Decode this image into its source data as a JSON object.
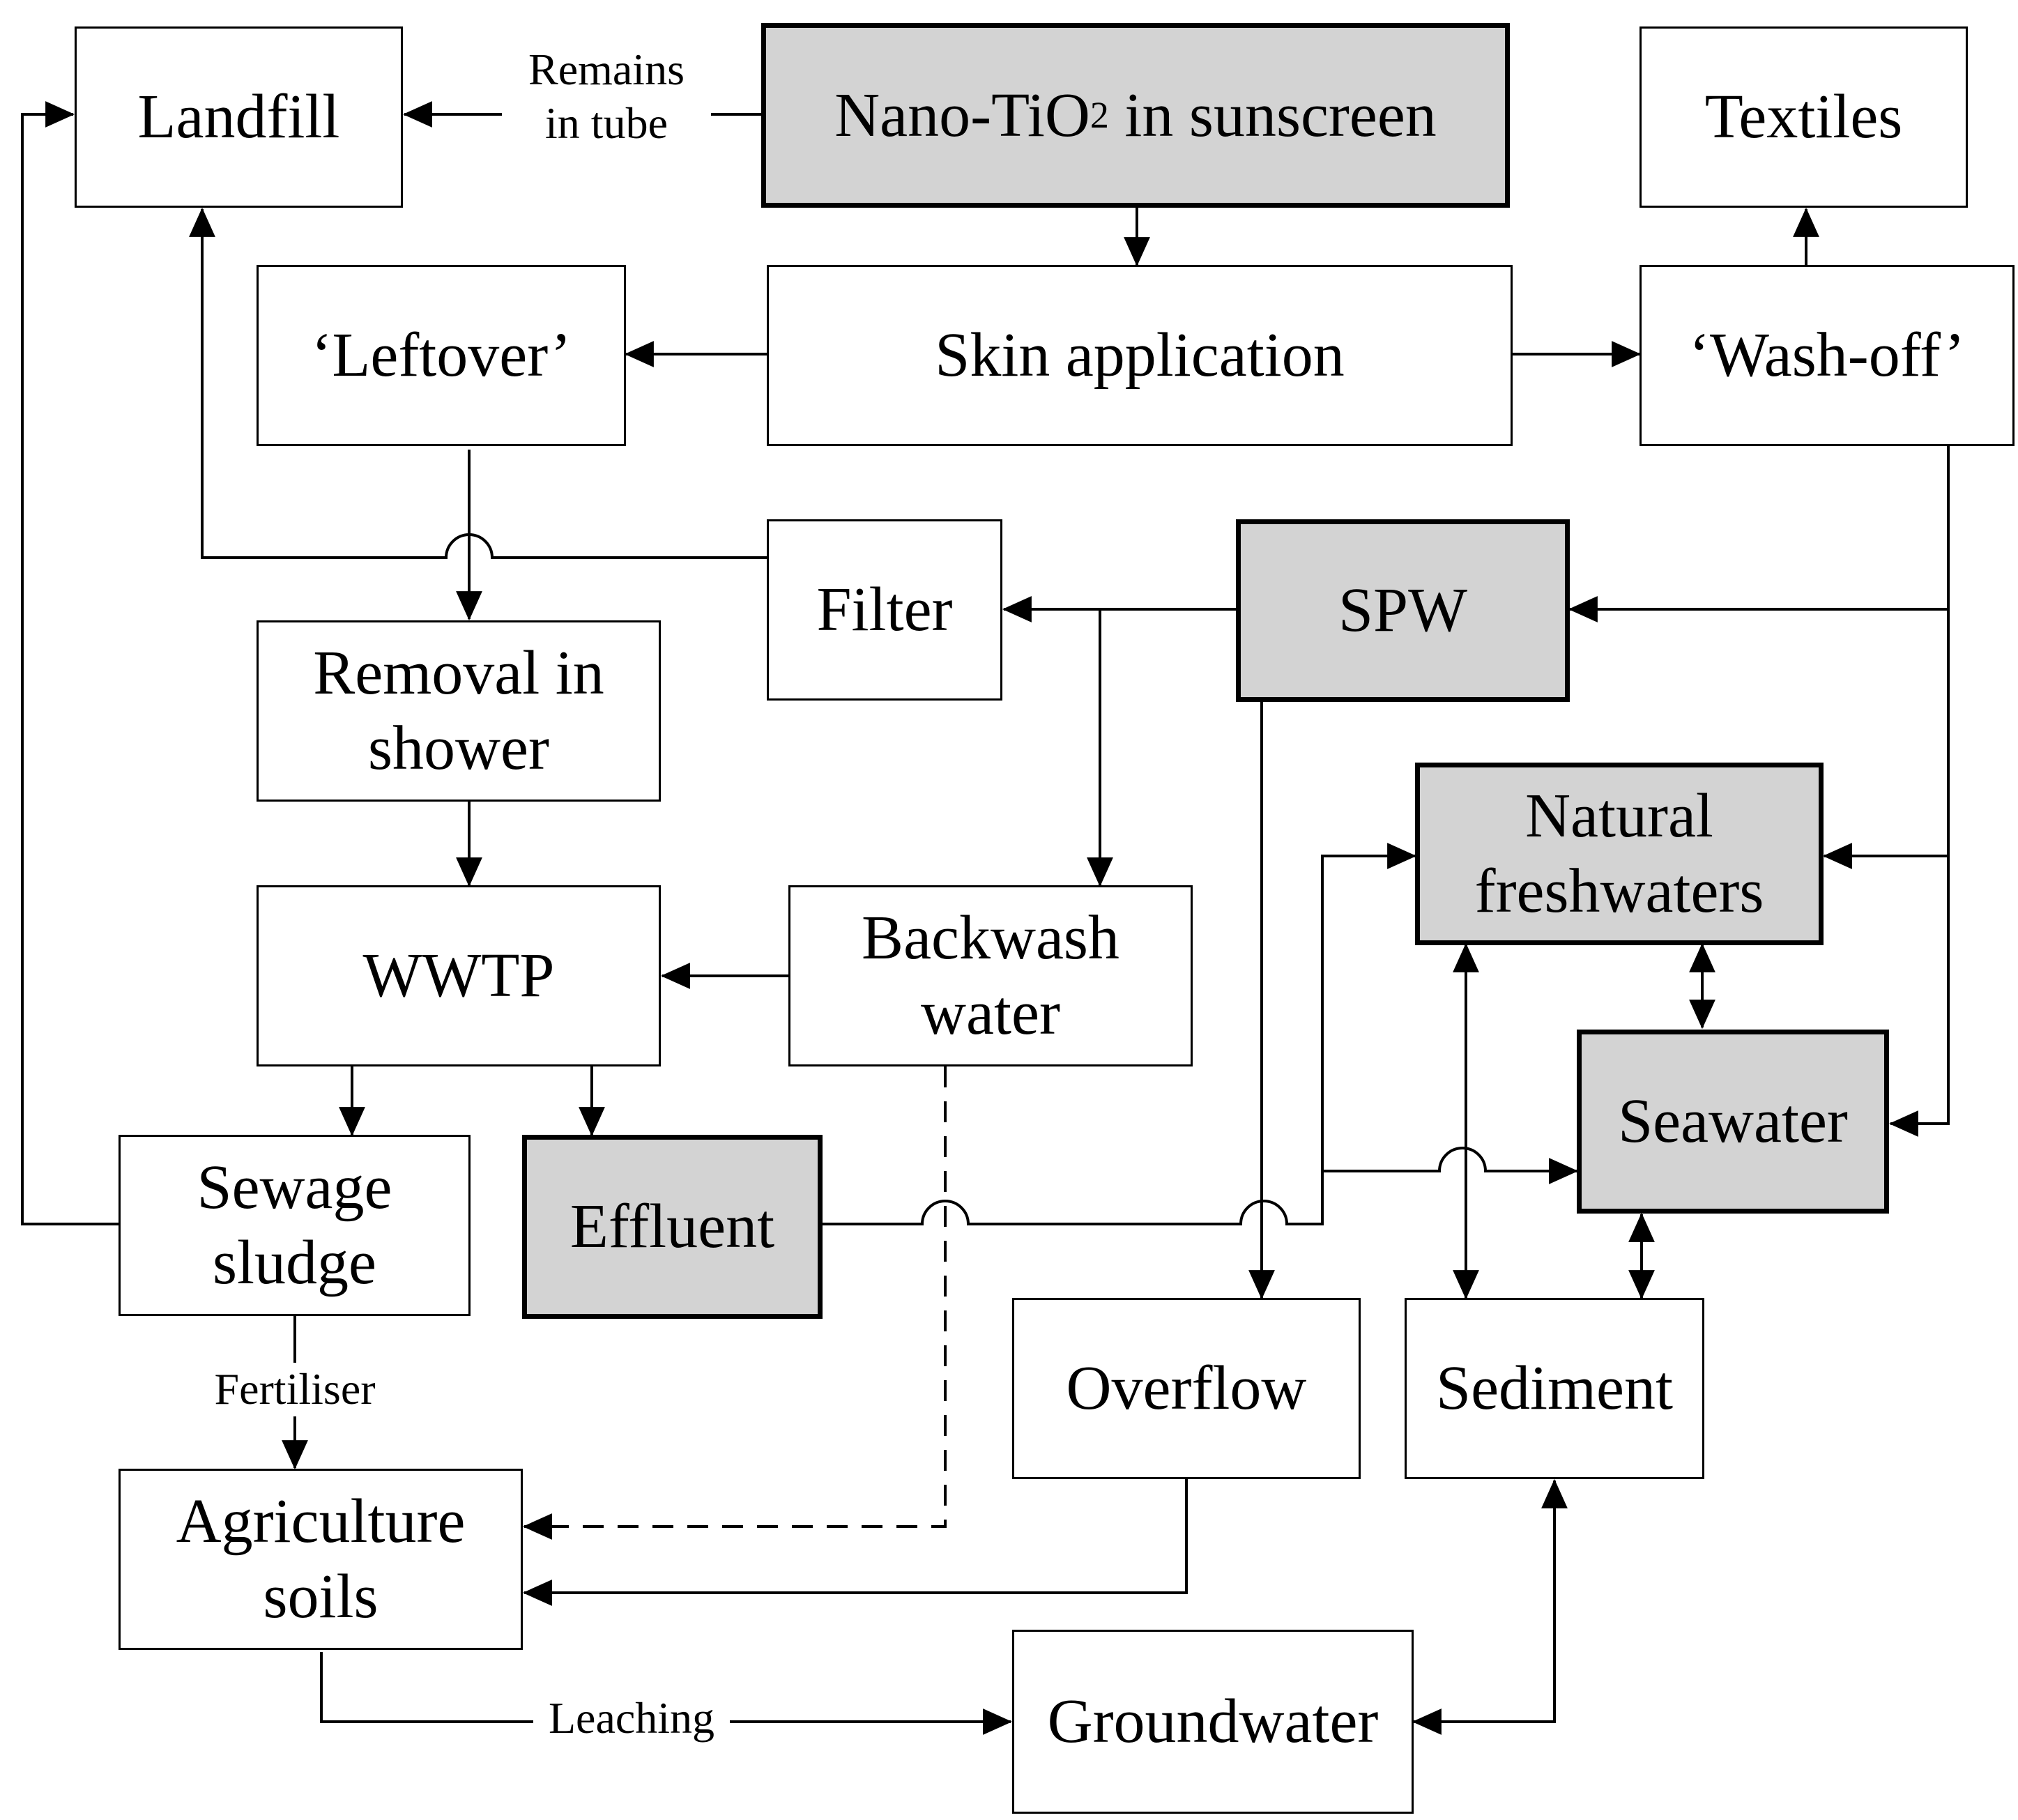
{
  "nodes": {
    "landfill": "Landfill",
    "nano_prefix": "Nano-TiO",
    "nano_sub": "2",
    "nano_suffix": " in sunscreen",
    "textiles": "Textiles",
    "leftover": "‘Leftover’",
    "skin_application": "Skin application",
    "wash_off": "‘Wash-off’",
    "filter": "Filter",
    "spw": "SPW",
    "removal_in_shower": "Removal in\nshower",
    "natural_freshwaters": "Natural\nfreshwaters",
    "wwtp": "WWTP",
    "backwash_water": "Backwash\nwater",
    "seawater": "Seawater",
    "sewage_sludge": "Sewage\nsludge",
    "effluent": "Effluent",
    "overflow": "Overflow",
    "sediment": "Sediment",
    "agriculture_soils": "Agriculture\nsoils",
    "groundwater": "Groundwater"
  },
  "edge_labels": {
    "remains_in_tube": "Remains\nin tube",
    "fertiliser": "Fertiliser",
    "leaching": "Leaching"
  },
  "colors": {
    "highlight_fill": "#d3d3d3",
    "line": "#000000"
  }
}
